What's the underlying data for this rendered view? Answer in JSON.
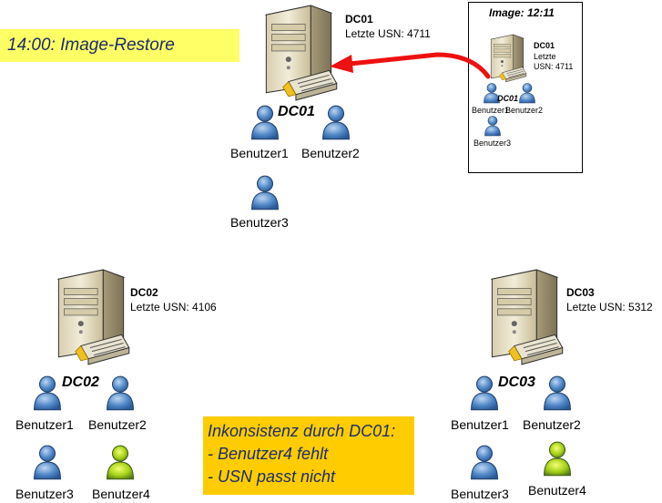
{
  "callouts": {
    "restore": "14:00: Image-Restore",
    "inconsistency": {
      "title": "Inkonsistenz durch DC01:",
      "lines": [
        "- Benutzer4 fehlt",
        "- USN passt nicht"
      ]
    }
  },
  "dc01": {
    "name": "DC01",
    "usn": "Letzte USN: 4711",
    "site": "DC01",
    "users": [
      "Benutzer1",
      "Benutzer2",
      "Benutzer3"
    ]
  },
  "image": {
    "title": "Image: 12:11",
    "name": "DC01",
    "usn_line1": "Letzte",
    "usn_line2": "USN: 4711",
    "site": "DC01",
    "users": [
      "Benutzer1",
      "Benutzer2",
      "Benutzer3"
    ]
  },
  "dc02": {
    "name": "DC02",
    "usn": "Letzte USN: 4106",
    "site": "DC02",
    "users": [
      "Benutzer1",
      "Benutzer2",
      "Benutzer3",
      "Benutzer4"
    ]
  },
  "dc03": {
    "name": "DC03",
    "usn": "Letzte USN: 5312",
    "site": "DC03",
    "users": [
      "Benutzer1",
      "Benutzer2",
      "Benutzer3",
      "Benutzer4"
    ]
  },
  "colors": {
    "restore_callout": "#ffff66",
    "inconsistency_callout": "#ffcc00",
    "arrow": "#ee1111",
    "user_blue": "#4f86c6",
    "user_green": "#a6d21a"
  },
  "icons": {
    "server": "server-tower-icon",
    "user": "user-icon"
  }
}
